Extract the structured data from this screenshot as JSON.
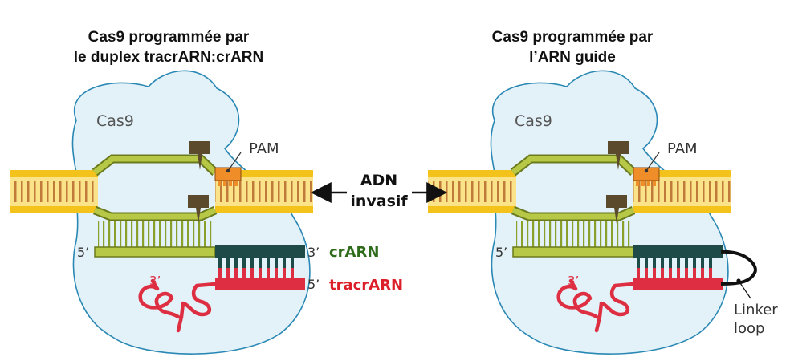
{
  "left_panel": {
    "title_line1": "Cas9 programmée par",
    "title_line2": "le duplex tracrARN:crARN",
    "protein_label": "Cas9",
    "pam_label": "PAM",
    "five_prime_target": "5’",
    "three_prime_crrna": "3’",
    "crrna_label": "crARN",
    "five_prime_tracr": "5’",
    "tracrrna_label": "tracrARN",
    "three_prime_tracr": "3’"
  },
  "right_panel": {
    "title_line1": "Cas9 programmée par",
    "title_line2": "l’ARN guide",
    "protein_label": "Cas9",
    "pam_label": "PAM",
    "five_prime_target": "5’",
    "three_prime_tracr": "3’",
    "linker_label_line1": "Linker",
    "linker_label_line2": "loop"
  },
  "center": {
    "label_line1": "ADN",
    "label_line2": "invasif"
  },
  "colors": {
    "dna_outer": "#f3c21b",
    "dna_inner": "#fbe38a",
    "dna_rungs": "#c07a3a",
    "cas9_fill": "#e3f1f8",
    "cas9_stroke": "#2a88b4",
    "target_strand": "#b7c846",
    "target_stroke": "#6a7a1c",
    "crrna": "#1e4a47",
    "tracrrna": "#de2f42",
    "pam": "#ef8e29",
    "cutter": "#5b4a2c",
    "crrna_text": "#2e6b1a",
    "tracr_text": "#dd1f2a"
  }
}
